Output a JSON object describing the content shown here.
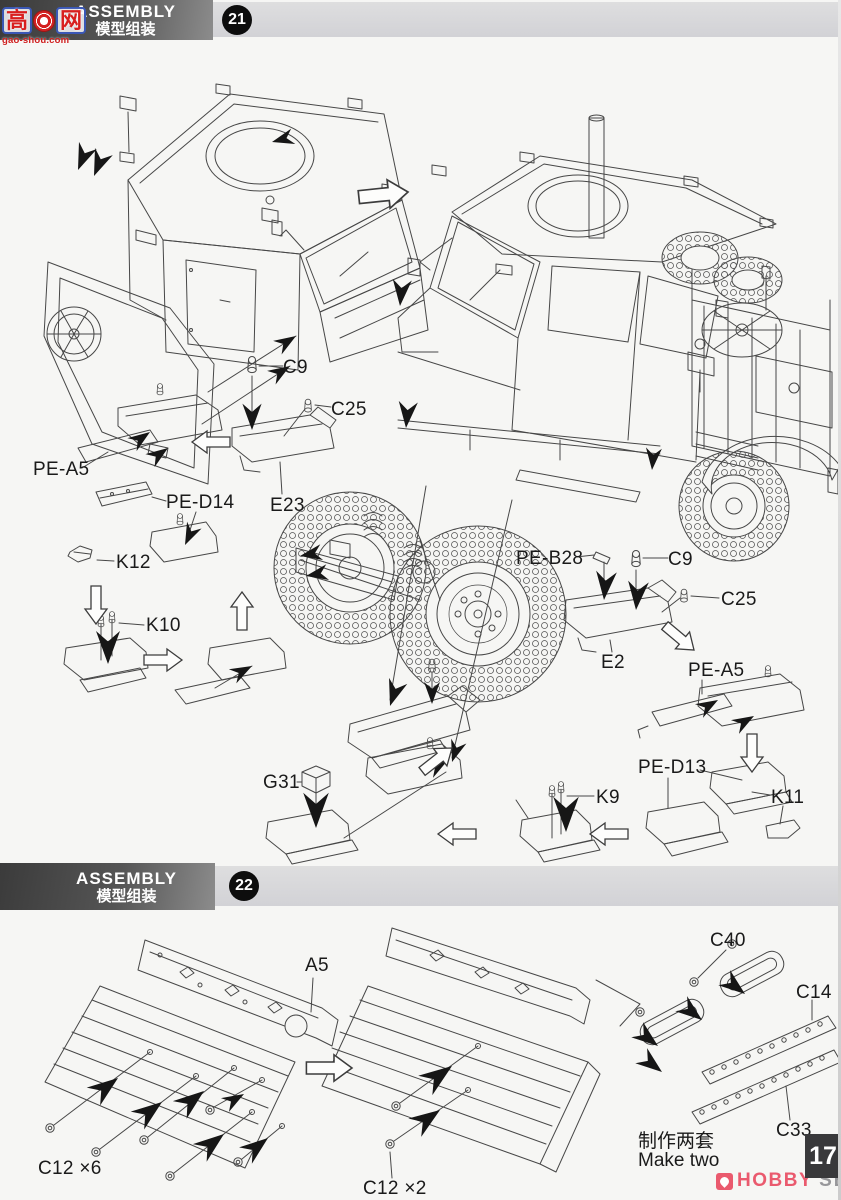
{
  "watermark": {
    "char_left": "高",
    "char_right": "网",
    "site": "gao-shou.com"
  },
  "step21": {
    "header": {
      "en": "ASSEMBLY",
      "zh": "模型组装",
      "number": "21"
    },
    "parts": {
      "c9_left": "C9",
      "c25_left": "C25",
      "pe_a5_left": "PE-A5",
      "pe_d14": "PE-D14",
      "e23": "E23",
      "k12": "K12",
      "k10": "K10",
      "pe_b28": "PE-B28",
      "c9_right": "C9",
      "c25_right": "C25",
      "e2": "E2",
      "pe_a5_right": "PE-A5",
      "pe_d13": "PE-D13",
      "k11": "K11",
      "k9": "K9",
      "g31": "G31"
    }
  },
  "step22": {
    "header": {
      "en": "ASSEMBLY",
      "zh": "模型组装",
      "number": "22"
    },
    "parts": {
      "a5": "A5",
      "c12_x6": "C12 ×6",
      "c12_x2": "C12 ×2",
      "c40": "C40",
      "c14": "C14",
      "c33": "C33"
    },
    "note": {
      "zh": "制作两套",
      "en": "Make two"
    }
  },
  "footer": {
    "page": "17",
    "brand_primary": "HOBBY",
    "brand_secondary": "SEARCH"
  },
  "colors": {
    "header_bar": "#3b3b3b",
    "header_strip": "#d5d5d8",
    "logo_red": "#ea5a6e",
    "logo_gray": "#97979a",
    "page_box": "#39393b",
    "watermark_red": "#d42020",
    "watermark_blue": "#3a57b5"
  }
}
